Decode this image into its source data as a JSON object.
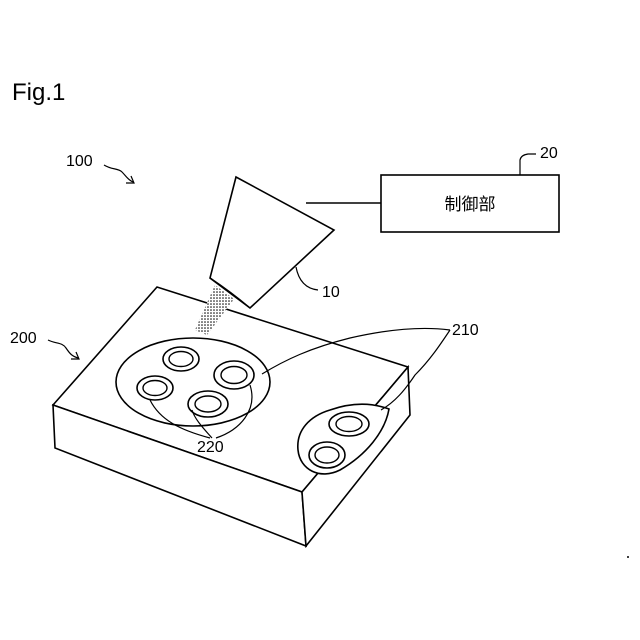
{
  "figure": {
    "title": "Fig.1"
  },
  "labels": {
    "system": "100",
    "nozzle": "10",
    "controller_ref": "20",
    "controller_text": "制御部",
    "substrate": "200",
    "regions": "210",
    "spots": "220"
  }
}
